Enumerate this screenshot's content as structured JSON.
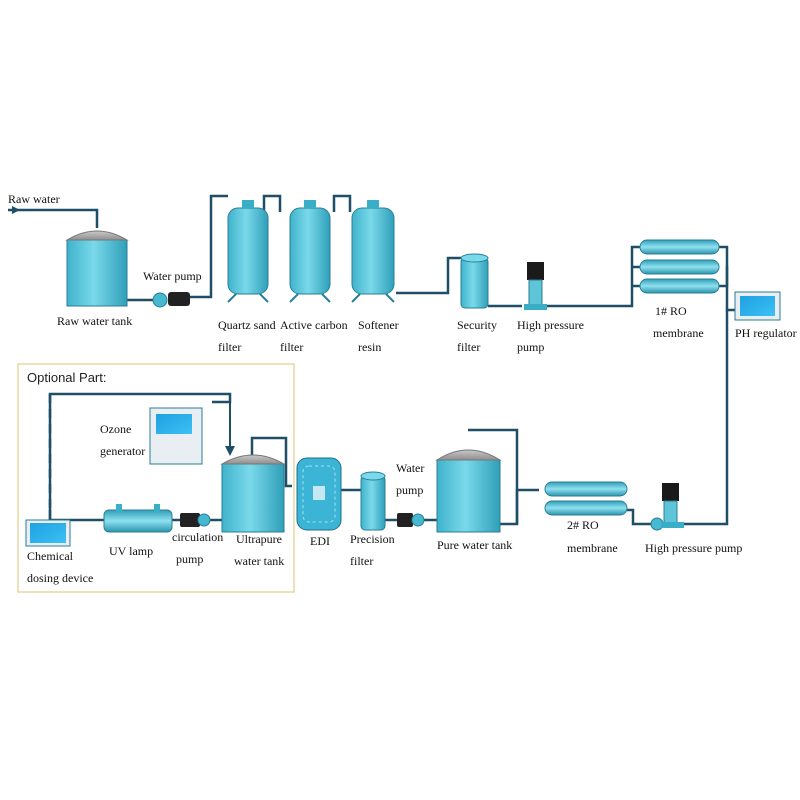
{
  "colors": {
    "accent": "#5ec4d8",
    "pipe": "#1f4f66",
    "optional_border": "#e9d5a0",
    "screen": "#1ea1e0"
  },
  "diagram": {
    "raw_water": "Raw water",
    "raw_water_tank": "Raw water tank",
    "water_pump_top": "Water pump",
    "quartz_sand_filter": [
      "Quartz sand",
      "filter"
    ],
    "active_carbon_filter": [
      "Active carbon",
      "filter"
    ],
    "softener_resin": [
      "Softener",
      "resin"
    ],
    "security_filter": [
      "Security",
      "filter"
    ],
    "high_pressure_pump_top": [
      "High pressure",
      "pump"
    ],
    "ro_membrane_1": [
      "1# RO",
      "membrane"
    ],
    "ph_regulator": "PH regulator",
    "high_pressure_pump_bottom": "High pressure pump",
    "ro_membrane_2": [
      "2# RO",
      "membrane"
    ],
    "pure_water_tank": "Pure water tank",
    "water_pump_bottom": [
      "Water",
      "pump"
    ],
    "precision_filter": [
      "Precision",
      "filter"
    ],
    "edi": "EDI",
    "ultrapure_water_tank": [
      "Ultrapure",
      "water tank"
    ],
    "circulation_pump": [
      "circulation",
      "pump"
    ],
    "uv_lamp": "UV lamp",
    "chemical_dosing_device": [
      "Chemical",
      "dosing device"
    ],
    "ozone_generator": [
      "Ozone",
      "generator"
    ],
    "optional_part": "Optional  Part:"
  }
}
